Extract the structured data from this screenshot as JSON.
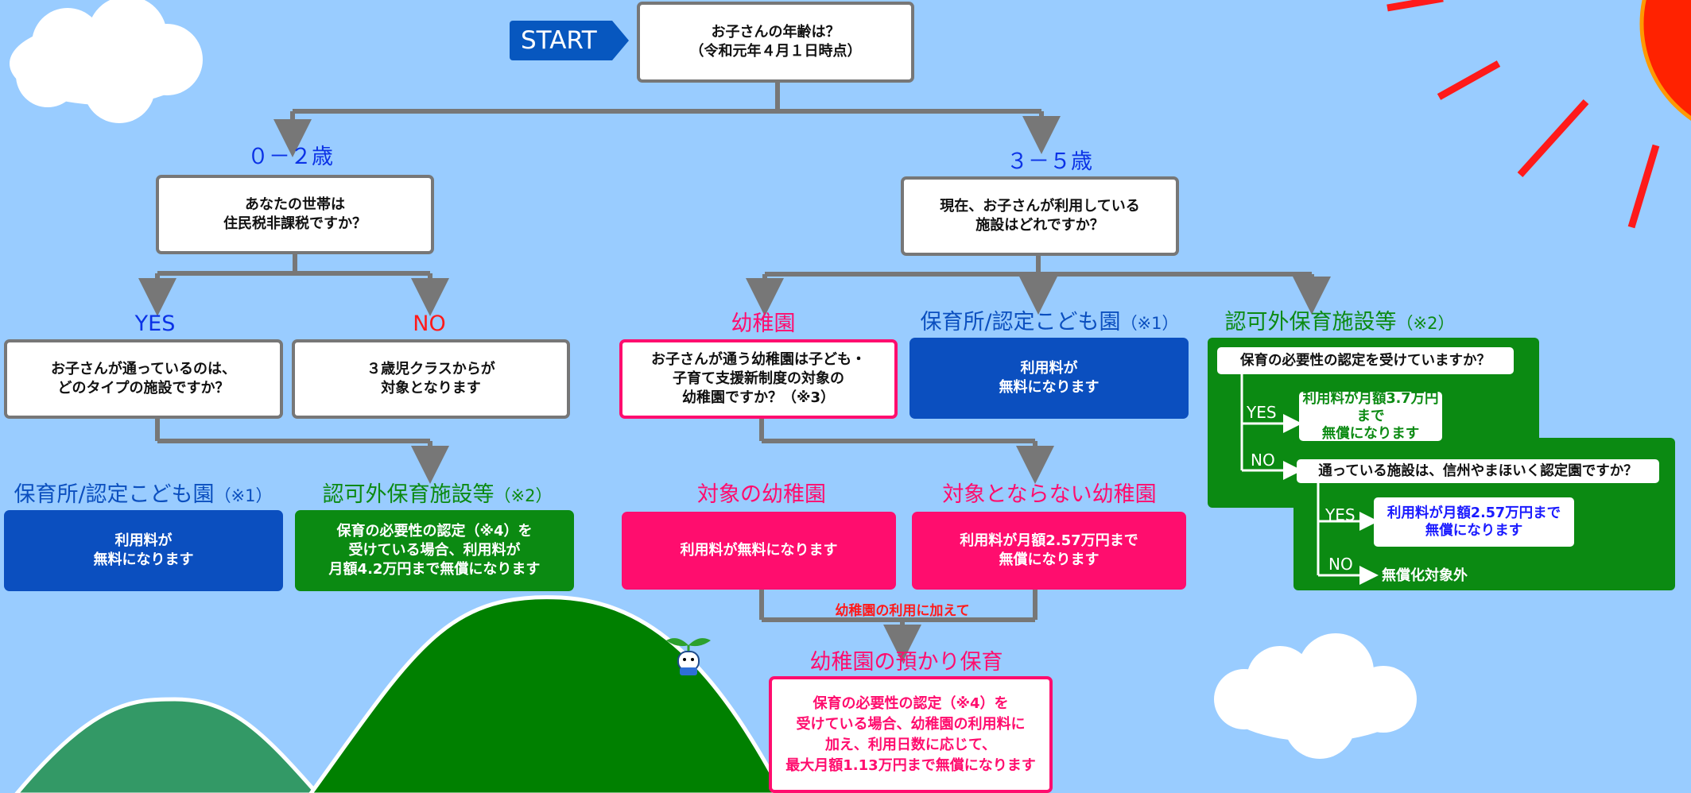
{
  "start": {
    "label": "START"
  },
  "root": {
    "question": "お子さんの年齢は？\n（令和元年４月１日時点）"
  },
  "age_0_2": {
    "label": "０－２歳",
    "question": "あなたの世帯は\n住民税非課税ですか？",
    "yes": {
      "label": "YES",
      "question": "お子さんが通っているのは、\nどのタイプの施設ですか？",
      "nursery": {
        "title": "保育所/認定こども園",
        "note": "（※1）",
        "result": "利用料が\n無料になります"
      },
      "unlicensed": {
        "title": "認可外保育施設等",
        "note": "（※2）",
        "result": "保育の必要性の認定（※4）を\n受けている場合、利用料が\n月額4.2万円まで無償になります"
      }
    },
    "no": {
      "label": "NO",
      "result": "３歳児クラスからが\n対象となります"
    }
  },
  "age_3_5": {
    "label": "３－５歳",
    "question": "現在、お子さんが利用している\n施設はどれですか？",
    "kindergarten": {
      "title": "幼稚園",
      "question": "お子さんが通う幼稚園は子ども・\n子育て支援新制度の対象の\n幼稚園ですか？（※3）",
      "target": {
        "title": "対象の幼稚園",
        "result": "利用料が無料になります"
      },
      "non_target": {
        "title": "対象とならない幼稚園",
        "result": "利用料が月額2.57万円まで\n無償になります"
      },
      "in_addition": "幼稚園の利用に加えて",
      "extended": {
        "title": "幼稚園の預かり保育",
        "result": "保育の必要性の認定（※4）を\n受けている場合、幼稚園の利用料に\n加え、利用日数に応じて、\n最大月額1.13万円まで無償になります"
      }
    },
    "nursery": {
      "title": "保育所/認定こども園",
      "note": "（※1）",
      "result": "利用料が\n無料になります"
    },
    "unlicensed": {
      "title": "認可外保育施設等",
      "note": "（※2）",
      "question1": "保育の必要性の認定を受けていますか？",
      "yes1": "YES",
      "yes1_result": "利用料が月額3.7万円まで\n無償になります",
      "no1": "NO",
      "question2": "通っている施設は、信州やまほいく認定園ですか？",
      "yes2": "YES",
      "yes2_result": "利用料が月額2.57万円まで\n無償になります",
      "no2": "NO",
      "no2_result": "無償化対象外"
    }
  },
  "colors": {
    "sky": "#99ccff",
    "blue": "#0b4fbf",
    "green": "#0b8a12",
    "pink": "#ff0d6e",
    "red": "#ff1a1a",
    "sun": "#ff2200",
    "line": "#777777"
  },
  "icons": [
    "sun-icon",
    "cloud-icon",
    "mountain-icon",
    "sprout-character-icon"
  ]
}
